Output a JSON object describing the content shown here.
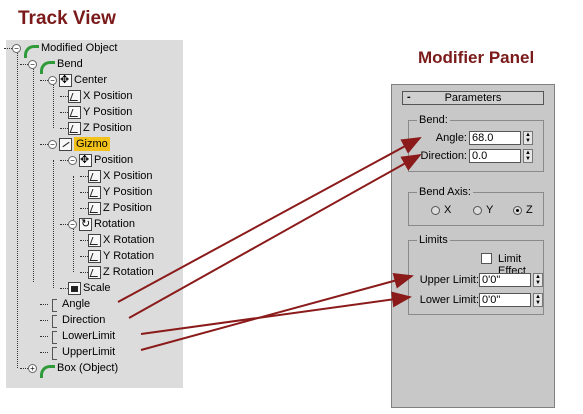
{
  "titles": {
    "track_view": "Track View",
    "modifier_panel": "Modifier Panel"
  },
  "tree": [
    {
      "label": "Modified Object",
      "icon": "object-icon",
      "expander": "−"
    },
    {
      "label": "Bend",
      "icon": "object-icon",
      "expander": "−"
    },
    {
      "label": "Center",
      "icon": "move-icon",
      "expander": "−"
    },
    {
      "label": "X Position",
      "icon": "curve-icon"
    },
    {
      "label": "Y Position",
      "icon": "curve-icon"
    },
    {
      "label": "Z Position",
      "icon": "curve-icon"
    },
    {
      "label": "Gizmo",
      "icon": "gizmo-icon",
      "expander": "−",
      "highlight": true
    },
    {
      "label": "Position",
      "icon": "move-icon",
      "expander": "−"
    },
    {
      "label": "X Position",
      "icon": "curve-icon"
    },
    {
      "label": "Y Position",
      "icon": "curve-icon"
    },
    {
      "label": "Z Position",
      "icon": "curve-icon"
    },
    {
      "label": "Rotation",
      "icon": "rotate-icon",
      "expander": "−"
    },
    {
      "label": "X Rotation",
      "icon": "curve-icon"
    },
    {
      "label": "Y Rotation",
      "icon": "curve-icon"
    },
    {
      "label": "Z Rotation",
      "icon": "curve-icon"
    },
    {
      "label": "Scale",
      "icon": "scale-icon"
    },
    {
      "label": "Angle",
      "icon": "bar-icon"
    },
    {
      "label": "Direction",
      "icon": "bar-icon"
    },
    {
      "label": "LowerLimit",
      "icon": "bar-icon"
    },
    {
      "label": "UpperLimit",
      "icon": "bar-icon"
    },
    {
      "label": "Box (Object)",
      "icon": "object-icon",
      "expander": "+"
    }
  ],
  "panel": {
    "rollout_title": "Parameters",
    "rollout_toggle": "-",
    "bend": {
      "title": "Bend:",
      "angle_label": "Angle:",
      "angle_value": "68.0",
      "direction_label": "Direction:",
      "direction_value": "0.0"
    },
    "axis": {
      "title": "Bend Axis:",
      "options": [
        {
          "label": "X",
          "selected": false
        },
        {
          "label": "Y",
          "selected": false
        },
        {
          "label": "Z",
          "selected": true
        }
      ]
    },
    "limits": {
      "title": "Limits",
      "limit_effect_label": "Limit Effect",
      "limit_effect_checked": false,
      "upper_label": "Upper Limit:",
      "upper_value": "0'0\"",
      "lower_label": "Lower Limit:",
      "lower_value": "0'0\""
    }
  },
  "colors": {
    "title": "#7a1a1a",
    "arrow": "#8b1a1a",
    "highlight": "#f2c21b",
    "object_icon": "#2e9a3a"
  }
}
